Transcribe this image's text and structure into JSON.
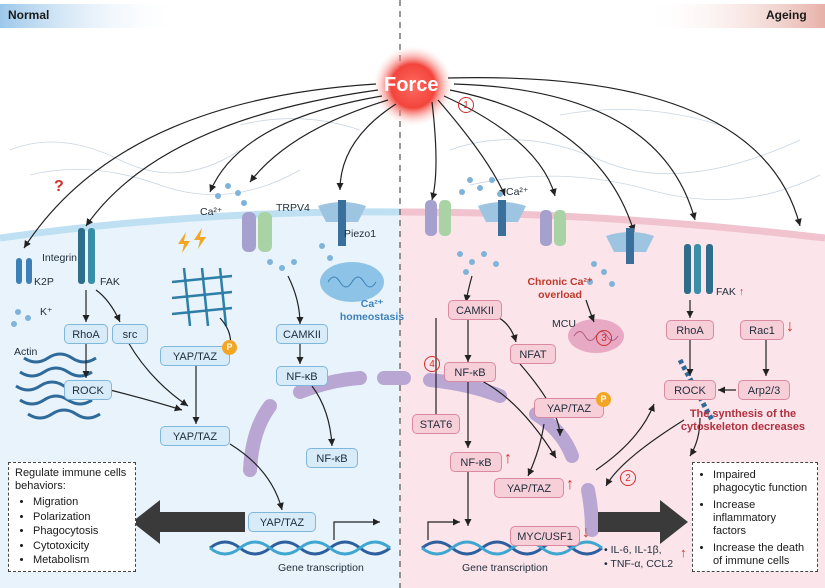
{
  "header": {
    "left": "Normal",
    "right": "Ageing"
  },
  "force": "Force",
  "question_mark": "?",
  "normal": {
    "k2p": "K2P",
    "k_ion": "K⁺",
    "integrin": "Integrin",
    "fak": "FAK",
    "ca": "Ca²⁺",
    "trpv4": "TRPV4",
    "piezo1": "Piezo1",
    "ca_homeostasis": "Ca²⁺ homeostasis",
    "rhoa": "RhoA",
    "src": "src",
    "rock": "ROCK",
    "actin": "Actin",
    "yap_taz_p": "YAP/TAZ",
    "p": "P",
    "yap_taz": "YAP/TAZ",
    "yap_taz_nuc": "YAP/TAZ",
    "camkii": "CAMKII",
    "nfkb": "NF-κB",
    "nfkb_nuc": "NF-κB",
    "gene_transcription": "Gene transcription"
  },
  "normal_panel": {
    "title": "Regulate immune cells behaviors:",
    "items": [
      "Migration",
      "Polarization",
      "Phagocytosis",
      "Cytotoxicity",
      "Metabolism"
    ]
  },
  "ageing": {
    "ca": "Ca²⁺",
    "overload": "Chronic Ca²⁺ overload",
    "mcu": "MCU",
    "fak": "FAK",
    "camkii": "CAMKII",
    "nfat": "NFAT",
    "nfkb": "NF-κB",
    "stat6": "STAT6",
    "yap_taz_p": "YAP/TAZ",
    "p": "P",
    "nfkb_nuc": "NF-κB",
    "yap_taz_nuc": "YAP/TAZ",
    "myc": "MYC/USF1",
    "rhoa": "RhoA",
    "rac1": "Rac1",
    "rock": "ROCK",
    "arp": "Arp2/3",
    "synthesis": "The synthesis of the cytoskeleton decreases",
    "gene_transcription": "Gene transcription",
    "cytokines_line1": "IL-6, IL-1β,",
    "cytokines_line2": "TNF-α, CCL2",
    "steps": [
      "1",
      "2",
      "3",
      "4"
    ]
  },
  "ageing_panel": {
    "items": [
      "Impaired phagocytic function",
      "Increase inflammatory factors",
      "Increase the death of immune cells"
    ]
  },
  "colors": {
    "normal_bg": "#e8f3fb",
    "ageing_bg": "#fbe4ea",
    "force": "#e8413a",
    "accent": "#d0312d"
  }
}
